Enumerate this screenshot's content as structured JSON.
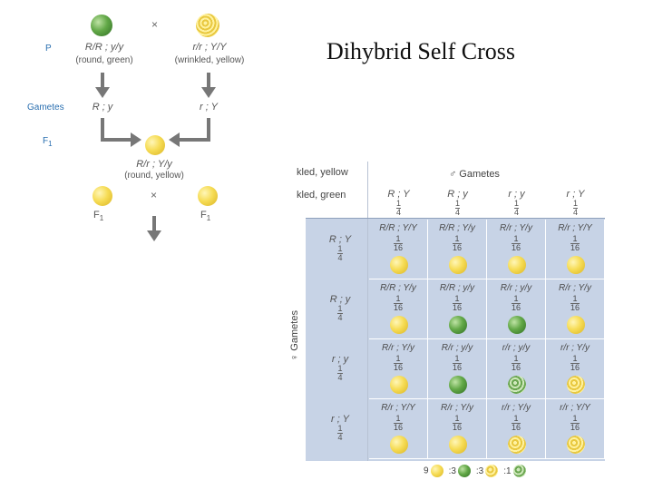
{
  "title": "Dihybrid Self Cross",
  "cross": {
    "times_symbol": "×",
    "p_label": "P",
    "gametes_label": "Gametes",
    "f1_label": "F",
    "f1_sub": "1",
    "parent1": {
      "genotype": "R/R ; y/y",
      "phenotype": "(round, green)",
      "gamete": "R ; y"
    },
    "parent2": {
      "genotype": "r/r ; Y/Y",
      "phenotype": "(wrinkled, yellow)",
      "gamete": "r ; Y"
    },
    "f1": {
      "genotype": "R/r ; Y/y",
      "phenotype": "(round, yellow)"
    },
    "f1_left": "F",
    "f1_right": "F"
  },
  "punnett": {
    "partial_label_1": "kled, yellow",
    "partial_label_2": "kled, green",
    "male_gametes_label": "♂ Gametes",
    "female_gametes_label": "Gametes",
    "female_symbol": "♀",
    "col_headers": [
      {
        "gamete": "R ; Y",
        "prob": "1/4"
      },
      {
        "gamete": "R ; y",
        "prob": "1/4"
      },
      {
        "gamete": "r ; y",
        "prob": "1/4"
      },
      {
        "gamete": "r ; Y",
        "prob": "1/4"
      }
    ],
    "row_headers": [
      {
        "gamete": "R ; Y",
        "prob": "1/4"
      },
      {
        "gamete": "R ; y",
        "prob": "1/4"
      },
      {
        "gamete": "r ; y",
        "prob": "1/4"
      },
      {
        "gamete": "r ; Y",
        "prob": "1/4"
      }
    ],
    "cells": [
      [
        {
          "g": "R/R ; Y/Y",
          "p": "1/16",
          "pea": "yr"
        },
        {
          "g": "R/R ; Y/y",
          "p": "1/16",
          "pea": "yr"
        },
        {
          "g": "R/r ; Y/y",
          "p": "1/16",
          "pea": "yr"
        },
        {
          "g": "R/r ; Y/Y",
          "p": "1/16",
          "pea": "yr"
        }
      ],
      [
        {
          "g": "R/R ; Y/y",
          "p": "1/16",
          "pea": "yr"
        },
        {
          "g": "R/R ; y/y",
          "p": "1/16",
          "pea": "gr"
        },
        {
          "g": "R/r ; y/y",
          "p": "1/16",
          "pea": "gr"
        },
        {
          "g": "R/r ; Y/y",
          "p": "1/16",
          "pea": "yr"
        }
      ],
      [
        {
          "g": "R/r ; Y/y",
          "p": "1/16",
          "pea": "yr"
        },
        {
          "g": "R/r ; y/y",
          "p": "1/16",
          "pea": "gr"
        },
        {
          "g": "r/r ; y/y",
          "p": "1/16",
          "pea": "gw"
        },
        {
          "g": "r/r ; Y/y",
          "p": "1/16",
          "pea": "yw"
        }
      ],
      [
        {
          "g": "R/r ; Y/Y",
          "p": "1/16",
          "pea": "yr"
        },
        {
          "g": "R/r ; Y/y",
          "p": "1/16",
          "pea": "yr"
        },
        {
          "g": "r/r ; Y/y",
          "p": "1/16",
          "pea": "yw"
        },
        {
          "g": "r/r ; Y/Y",
          "p": "1/16",
          "pea": "yw"
        }
      ]
    ],
    "ratio": [
      {
        "count": "9",
        "pea": "yr"
      },
      {
        "count": ":3",
        "pea": "gr"
      },
      {
        "count": ":3",
        "pea": "yw"
      },
      {
        "count": ":1",
        "pea": "gw"
      }
    ]
  },
  "colors": {
    "arrow_gray": "#777777",
    "arrow_gold": "#b58a14",
    "grid_blue": "#c7d3e6",
    "label_blue": "#2a6fb0"
  }
}
